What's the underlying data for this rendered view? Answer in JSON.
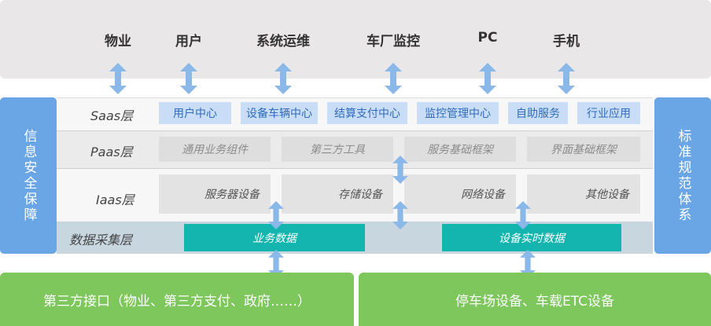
{
  "users": [
    "物业",
    "用户",
    "系统运维",
    "车厂监控",
    "PC",
    "手机"
  ],
  "left_pillar": "信息安全保障",
  "right_pillar": "标准规范体系",
  "layers": {
    "saas": {
      "label": "Saas层",
      "items": [
        "用户中心",
        "设备车辆中心",
        "结算支付中心",
        "监控管理中心",
        "自助服务",
        "行业应用"
      ]
    },
    "paas": {
      "label": "Paas层",
      "items": [
        "通用业务组件",
        "第三方工具",
        "服务基础框架",
        "界面基础框架"
      ]
    },
    "iaas": {
      "label": "Iaas层",
      "items": [
        "服务器设备",
        "存储设备",
        "网络设备",
        "其他设备"
      ]
    },
    "collect": {
      "label": "数据采集层",
      "items": [
        "业务数据",
        "设备实时数据"
      ]
    }
  },
  "sources": [
    "第三方接口（物业、第三方支付、政府……）",
    "停车场设备、车载ETC设备"
  ],
  "colors": {
    "arrow": "#8ab8e8",
    "pillar": "#6aa6e6",
    "saas_box": "#c9def6",
    "data_box": "#14b5ae",
    "source": "#7ec75d"
  }
}
